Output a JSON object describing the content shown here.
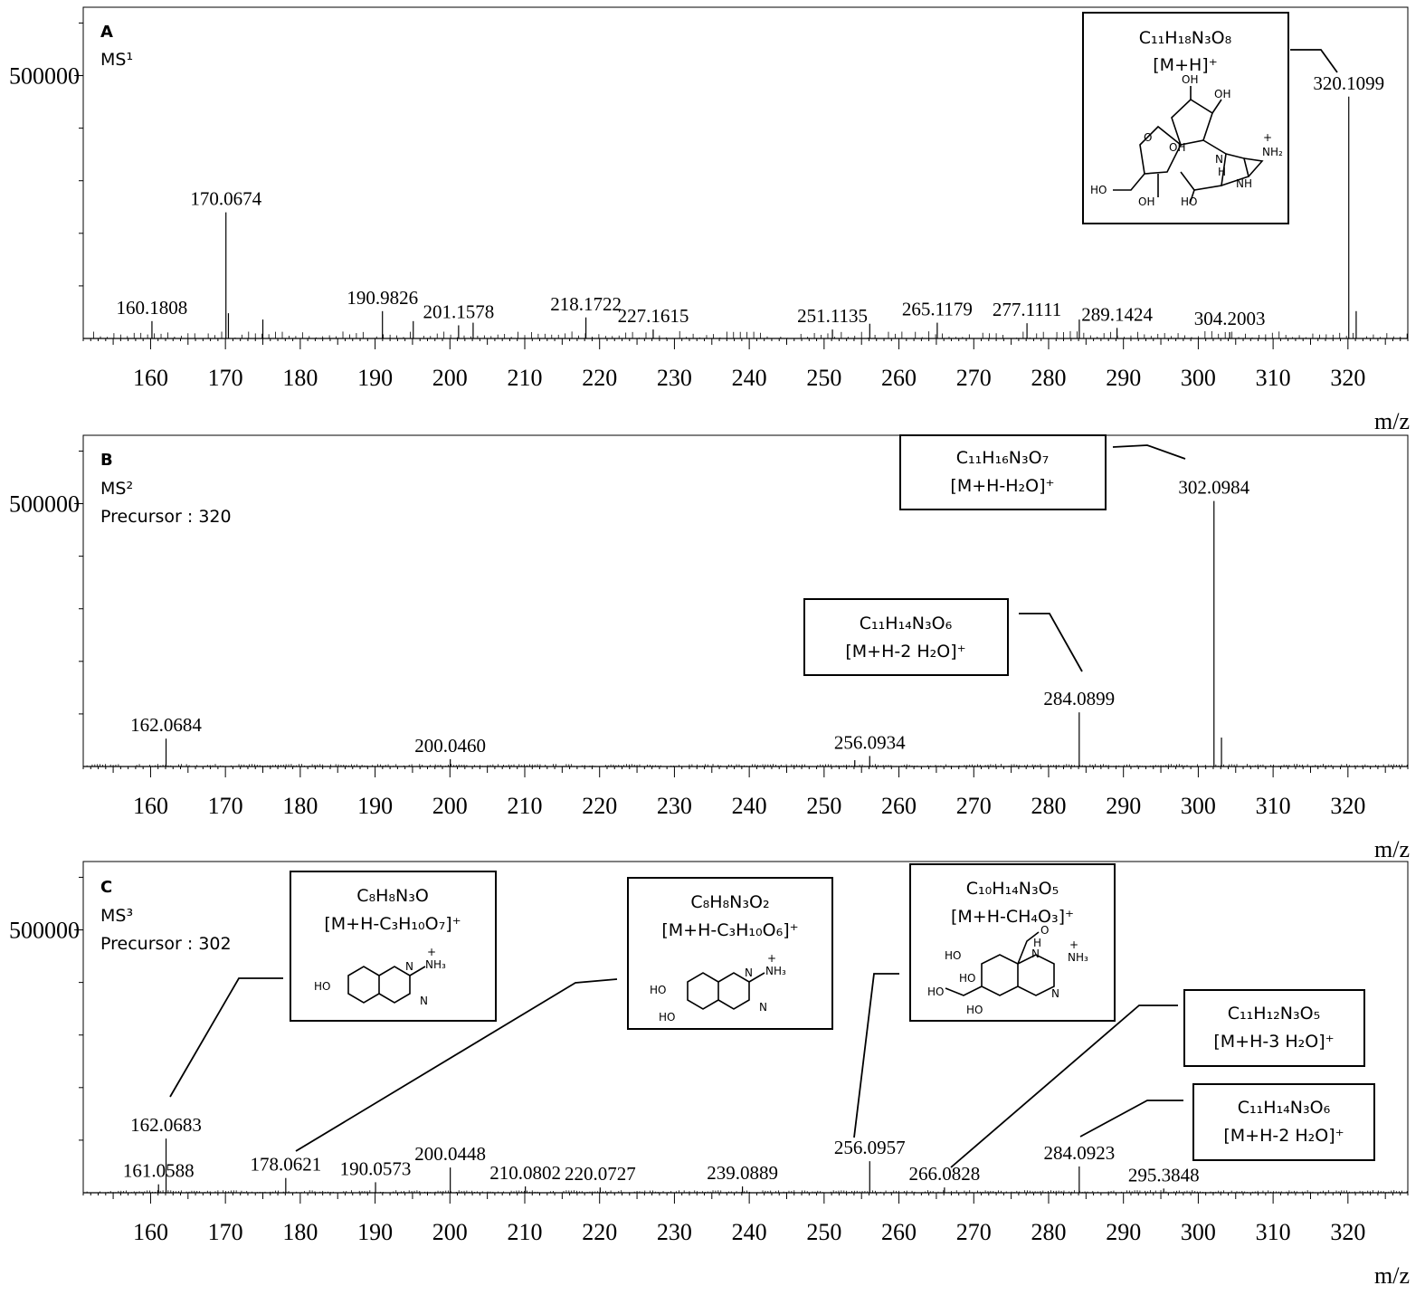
{
  "chart_data": [
    {
      "type": "bar",
      "panel": "A",
      "title": "MS¹",
      "xlabel": "m/z",
      "ylabel": "",
      "xlim": [
        151,
        328
      ],
      "ylim": [
        0,
        630000
      ],
      "x_ticks": [
        160,
        170,
        180,
        190,
        200,
        210,
        220,
        230,
        240,
        250,
        260,
        270,
        280,
        290,
        300,
        310,
        320
      ],
      "y_ticks": [
        500000
      ],
      "peaks": [
        {
          "mz": 160.1808,
          "intensity": 33000,
          "label": "160.1808"
        },
        {
          "mz": 170.0674,
          "intensity": 240000,
          "label": "170.0674"
        },
        {
          "mz": 190.9826,
          "intensity": 52000,
          "label": "190.9826"
        },
        {
          "mz": 201.1578,
          "intensity": 25000,
          "label": "201.1578"
        },
        {
          "mz": 218.1722,
          "intensity": 40000,
          "label": "218.1722"
        },
        {
          "mz": 227.1615,
          "intensity": 17000,
          "label": "227.1615"
        },
        {
          "mz": 251.1135,
          "intensity": 17000,
          "label": "251.1135"
        },
        {
          "mz": 265.1179,
          "intensity": 30000,
          "label": "265.1179"
        },
        {
          "mz": 277.1111,
          "intensity": 29000,
          "label": "277.1111"
        },
        {
          "mz": 289.1424,
          "intensity": 20000,
          "label": "289.1424"
        },
        {
          "mz": 304.2003,
          "intensity": 12000,
          "label": "304.2003"
        },
        {
          "mz": 320.1099,
          "intensity": 460000,
          "label": "320.1099"
        },
        {
          "mz": 170.4,
          "intensity": 48000,
          "label": ""
        },
        {
          "mz": 175.0,
          "intensity": 36000,
          "label": ""
        },
        {
          "mz": 195.1,
          "intensity": 33000,
          "label": ""
        },
        {
          "mz": 203.1,
          "intensity": 30000,
          "label": ""
        },
        {
          "mz": 256.1,
          "intensity": 28000,
          "label": ""
        },
        {
          "mz": 284.1,
          "intensity": 36000,
          "label": ""
        },
        {
          "mz": 321.1,
          "intensity": 52000,
          "label": ""
        }
      ]
    },
    {
      "type": "bar",
      "panel": "B",
      "title": "MS²",
      "subtitle": "Precursor : 320",
      "xlabel": "m/z",
      "ylabel": "",
      "xlim": [
        151,
        328
      ],
      "ylim": [
        0,
        630000
      ],
      "x_ticks": [
        160,
        170,
        180,
        190,
        200,
        210,
        220,
        230,
        240,
        250,
        260,
        270,
        280,
        290,
        300,
        310,
        320
      ],
      "y_ticks": [
        500000
      ],
      "peaks": [
        {
          "mz": 162.0684,
          "intensity": 53000,
          "label": "162.0684"
        },
        {
          "mz": 200.046,
          "intensity": 14000,
          "label": "200.0460"
        },
        {
          "mz": 256.0934,
          "intensity": 20000,
          "label": "256.0934"
        },
        {
          "mz": 284.0899,
          "intensity": 103000,
          "label": "284.0899"
        },
        {
          "mz": 302.0984,
          "intensity": 505000,
          "label": "302.0984"
        },
        {
          "mz": 303.1,
          "intensity": 55000,
          "label": ""
        },
        {
          "mz": 254.1,
          "intensity": 12000,
          "label": ""
        }
      ]
    },
    {
      "type": "bar",
      "panel": "C",
      "title": "MS³",
      "subtitle": "Precursor : 302",
      "xlabel": "m/z",
      "ylabel": "",
      "xlim": [
        151,
        328
      ],
      "ylim": [
        0,
        630000
      ],
      "x_ticks": [
        160,
        170,
        180,
        190,
        200,
        210,
        220,
        230,
        240,
        250,
        260,
        270,
        280,
        290,
        300,
        310,
        320
      ],
      "y_ticks": [
        500000
      ],
      "peaks": [
        {
          "mz": 161.0588,
          "intensity": 16000,
          "label": "161.0588"
        },
        {
          "mz": 162.0683,
          "intensity": 103000,
          "label": "162.0683"
        },
        {
          "mz": 178.0621,
          "intensity": 28000,
          "label": "178.0621"
        },
        {
          "mz": 190.0573,
          "intensity": 20000,
          "label": "190.0573"
        },
        {
          "mz": 200.0448,
          "intensity": 48000,
          "label": "200.0448"
        },
        {
          "mz": 210.0802,
          "intensity": 12000,
          "label": "210.0802"
        },
        {
          "mz": 220.0727,
          "intensity": 10000,
          "label": "220.0727"
        },
        {
          "mz": 239.0889,
          "intensity": 12000,
          "label": "239.0889"
        },
        {
          "mz": 256.0957,
          "intensity": 60000,
          "label": "256.0957"
        },
        {
          "mz": 266.0828,
          "intensity": 10000,
          "label": "266.0828"
        },
        {
          "mz": 284.0923,
          "intensity": 50000,
          "label": "284.0923"
        },
        {
          "mz": 295.3848,
          "intensity": 8000,
          "label": "295.3848"
        }
      ]
    }
  ],
  "annotations": {
    "a_box": {
      "formula": "C₁₁H₁₈N₃O₈",
      "ion": "[M+H]⁺"
    },
    "b_box1": {
      "formula": "C₁₁H₁₆N₃O₇",
      "ion": "[M+H-H₂O]⁺"
    },
    "b_box2": {
      "formula": "C₁₁H₁₄N₃O₆",
      "ion": "[M+H-2 H₂O]⁺"
    },
    "c_box1": {
      "formula": "C₈H₈N₃O",
      "ion": "[M+H-C₃H₁₀O₇]⁺"
    },
    "c_box2": {
      "formula": "C₈H₈N₃O₂",
      "ion": "[M+H-C₃H₁₀O₆]⁺"
    },
    "c_box3": {
      "formula": "C₁₀H₁₄N₃O₅",
      "ion": "[M+H-CH₄O₃]⁺"
    },
    "c_box4": {
      "formula": "C₁₁H₁₂N₃O₅",
      "ion": "[M+H-3 H₂O]⁺"
    },
    "c_box5": {
      "formula": "C₁₁H₁₄N₃O₆",
      "ion": "[M+H-2 H₂O]⁺"
    }
  },
  "structure_labels": {
    "oh": "OH",
    "ho": "HO",
    "o": "O",
    "n": "N",
    "h": "H",
    "nh": "NH",
    "nh2": "NH₂",
    "nh3": "NH₃",
    "plus": "+"
  },
  "panel_labels": {
    "a": "A",
    "b": "B",
    "c": "C"
  }
}
